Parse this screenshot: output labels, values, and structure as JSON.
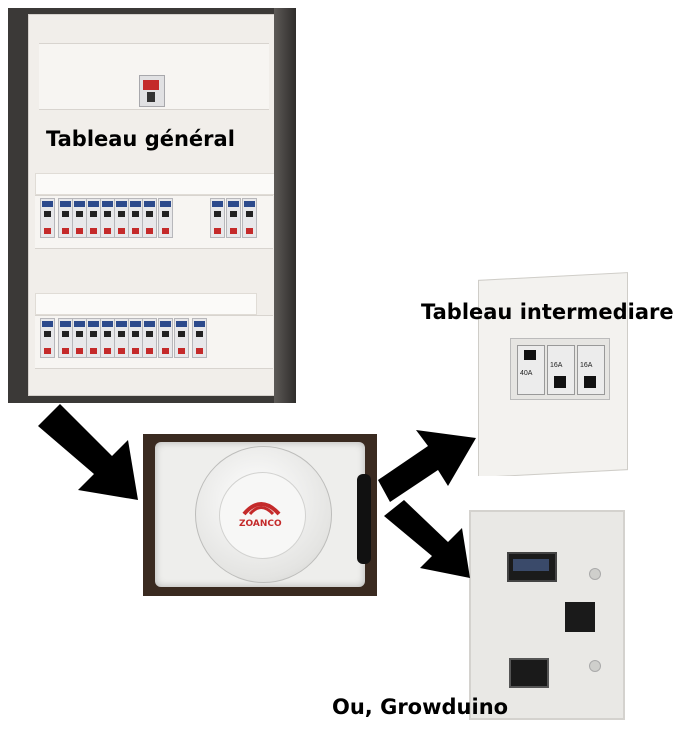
{
  "labels": {
    "main_panel": "Tableau général",
    "secondary_panel": "Tableau intermediare",
    "alternative": "Ou, Growduino"
  },
  "detector": {
    "logo_text": "ZOANCO"
  },
  "secondary_breakers": [
    "40A",
    "16A",
    "16A"
  ],
  "colors": {
    "arrow": "#000000",
    "label": "#000000",
    "breaker_blue": "#2c4a8c",
    "breaker_red": "#c42a2a"
  }
}
